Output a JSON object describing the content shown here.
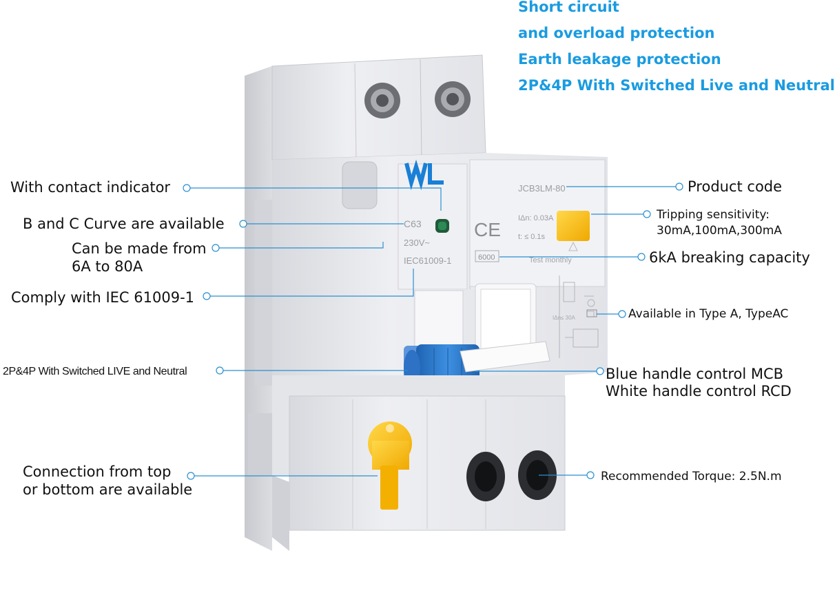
{
  "features": [
    "Short circuit",
    "and overload protection",
    "Earth leakage protection",
    "2P&4P With Switched Live and Neutral"
  ],
  "left_labels": {
    "contact_indicator": "With contact indicator",
    "curve": "B and C Curve are available",
    "range_line1": "Can be made from",
    "range_line2": "6A to 80A",
    "iec": "Comply with IEC 61009-1",
    "switched": "2P&4P With Switched LIVE and Neutral",
    "connection_line1": "Connection from top",
    "connection_line2": "or bottom are available"
  },
  "right_labels": {
    "product_code": "Product code",
    "tripping_line1": "Tripping sensitivity:",
    "tripping_line2": "30mA,100mA,300mA",
    "breaking": "6kA breaking capacity",
    "type": "Available in Type A, TypeAC",
    "handle_line1": "Blue handle control MCB",
    "handle_line2": "White handle control RCD",
    "torque": "Recommended  Torque: 2.5N.m"
  },
  "device_markings": {
    "model": "JCB3LM-80",
    "curve": "C63",
    "voltage": "230V~",
    "standard": "IEC61009-1",
    "sensitivity": "IΔn: 0.03A",
    "time": "t: ≤ 0.1s",
    "capacity": "6000",
    "test": "Test monthly",
    "ce": "CE",
    "brand": "WL",
    "rating_small": "IΔn≤ 30A"
  },
  "colors": {
    "accent_blue": "#1a9be0",
    "callout_blue": "#2a8fd0",
    "handle_blue": "#2f7fd0",
    "test_button_yellow": "#ffc21a",
    "device_body": "#e9eaee"
  }
}
